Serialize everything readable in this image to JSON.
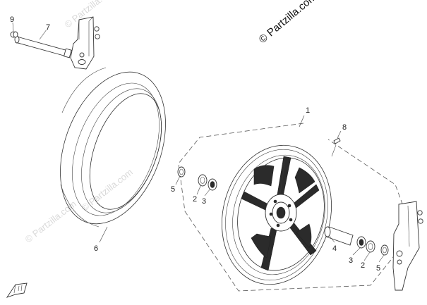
{
  "copyright": "© Partzilla.com",
  "watermarks": [
    "© Partzilla.com",
    "© Partzilla.com",
    "© Partzilla.com"
  ],
  "callouts": {
    "c1": "1",
    "c2a": "2",
    "c2b": "2",
    "c3a": "3",
    "c3b": "3",
    "c4": "4",
    "c5a": "5",
    "c5b": "5",
    "c6": "6",
    "c7": "7",
    "c8": "8",
    "c9": "9"
  },
  "icons": {
    "front_arrow": "front-direction-arrow-icon"
  },
  "colors": {
    "line": "#333333",
    "watermark": "#d9d9d9",
    "background": "#ffffff"
  }
}
